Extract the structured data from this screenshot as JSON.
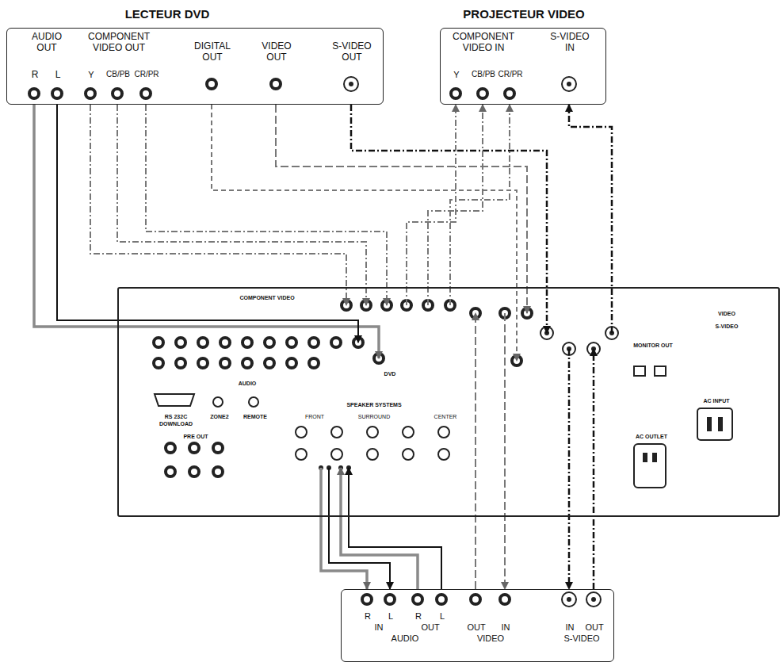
{
  "diagram": {
    "nodes": [
      {
        "text": [
          "LECTEUR DVD",
          "AUDIO OUT",
          "R",
          "L",
          "COMPONENT VIDEO OUT",
          "Y",
          "CB/PB",
          "CR/PR",
          "DIGITAL OUT",
          "VIDEO OUT",
          "S-VIDEO OUT"
        ]
      },
      {
        "text": [
          "PROJECTEUR VIDEO",
          "COMPONENT VIDEO IN",
          "Y",
          "CB/PB",
          "CR/PR",
          "S-VIDEO IN"
        ]
      },
      {
        "text": [
          "COMPONENT VIDEO",
          "AUDIO",
          "DVD",
          "VIDEO",
          "S-VIDEO",
          "MONITOR OUT",
          "SPEAKER SYSTEMS",
          "FRONT",
          "SURROUND",
          "CENTER",
          "RS 232C",
          "DOWNLOAD",
          "ZONE2",
          "REMOTE",
          "PRE OUT",
          "AC OUTLET",
          "AC INPUT"
        ]
      },
      {
        "text": [
          "R",
          "L",
          "IN",
          "R",
          "L",
          "OUT",
          "AUDIO",
          "OUT",
          "IN",
          "VIDEO",
          "IN",
          "OUT",
          "S-VIDEO"
        ]
      }
    ],
    "edges": [
      {
        "from": 0,
        "to": 2,
        "arrow": "to"
      },
      {
        "from": 0,
        "to": 2,
        "arrow": "to"
      },
      {
        "from": 0,
        "to": 2,
        "arrow": "to"
      },
      {
        "from": 0,
        "to": 2,
        "arrow": "to"
      },
      {
        "from": 0,
        "to": 2,
        "arrow": "to"
      },
      {
        "from": 0,
        "to": 2,
        "arrow": "to"
      },
      {
        "from": 0,
        "to": 2,
        "arrow": "to"
      },
      {
        "from": 0,
        "to": 2,
        "arrow": "to"
      },
      {
        "from": 2,
        "to": 1,
        "arrow": "to"
      },
      {
        "from": 2,
        "to": 1,
        "arrow": "to"
      },
      {
        "from": 2,
        "to": 1,
        "arrow": "to"
      },
      {
        "from": 2,
        "to": 1,
        "arrow": "to"
      },
      {
        "from": 2,
        "to": 3,
        "arrow": "to"
      },
      {
        "from": 2,
        "to": 3,
        "arrow": "to"
      },
      {
        "from": 3,
        "to": 2,
        "arrow": "to"
      },
      {
        "from": 3,
        "to": 2,
        "arrow": "to"
      },
      {
        "from": 3,
        "to": 2,
        "arrow": "to"
      },
      {
        "from": 2,
        "to": 3,
        "arrow": "to"
      },
      {
        "from": 2,
        "to": 3,
        "arrow": "to"
      },
      {
        "from": 3,
        "to": 2,
        "arrow": "to"
      }
    ]
  }
}
